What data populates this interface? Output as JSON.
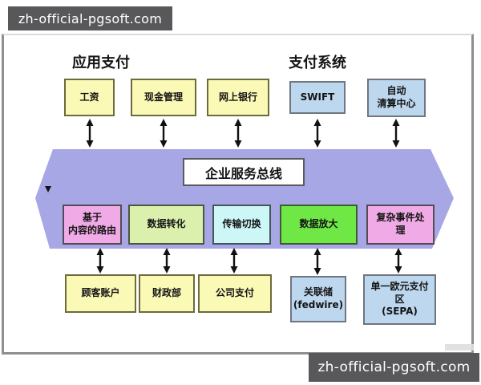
{
  "watermarks": {
    "top": "zh-official-pgsoft.com",
    "bottom": "zh-official-pgsoft.com"
  },
  "diagram": {
    "left_section_title": "应用支付",
    "right_section_title": "支付系统",
    "esb_label": "企业服务总线",
    "top_row": [
      {
        "lines": [
          "工资"
        ],
        "color": "yellow"
      },
      {
        "lines": [
          "现金管理"
        ],
        "color": "yellow"
      },
      {
        "lines": [
          "网上银行"
        ],
        "color": "yellow"
      },
      {
        "lines": [
          "SWIFT"
        ],
        "color": "blue"
      },
      {
        "lines": [
          "自动",
          "清算中心"
        ],
        "color": "blue"
      }
    ],
    "esb_services": [
      {
        "lines": [
          "基于",
          "内容的路由"
        ],
        "color": "pink"
      },
      {
        "lines": [
          "数据转化"
        ],
        "color": "light-green"
      },
      {
        "lines": [
          "传输切换"
        ],
        "color": "cyan"
      },
      {
        "lines": [
          "数据放大"
        ],
        "color": "bright-green"
      },
      {
        "lines": [
          "复杂事件处",
          "理"
        ],
        "color": "pink"
      }
    ],
    "bottom_row": [
      {
        "lines": [
          "顾客账户"
        ],
        "color": "yellow"
      },
      {
        "lines": [
          "财政部"
        ],
        "color": "yellow"
      },
      {
        "lines": [
          "公司支付"
        ],
        "color": "yellow"
      },
      {
        "lines": [
          "关联储",
          "(fedwire)"
        ],
        "color": "blue"
      },
      {
        "lines": [
          "单一欧元支付",
          "区",
          "(SEPA)"
        ],
        "color": "blue"
      }
    ]
  },
  "colors": {
    "yellow_node": "#fbf9b6",
    "blue_node": "#bdd7ee",
    "pink_node": "#f0aae6",
    "light_green_node": "#dcf0ad",
    "cyan_node": "#cdf6f6",
    "bright_green_node": "#6fe845",
    "esb_band": "#a7a7e6",
    "watermark_bg": "#58585a",
    "arrow": "#111111"
  }
}
